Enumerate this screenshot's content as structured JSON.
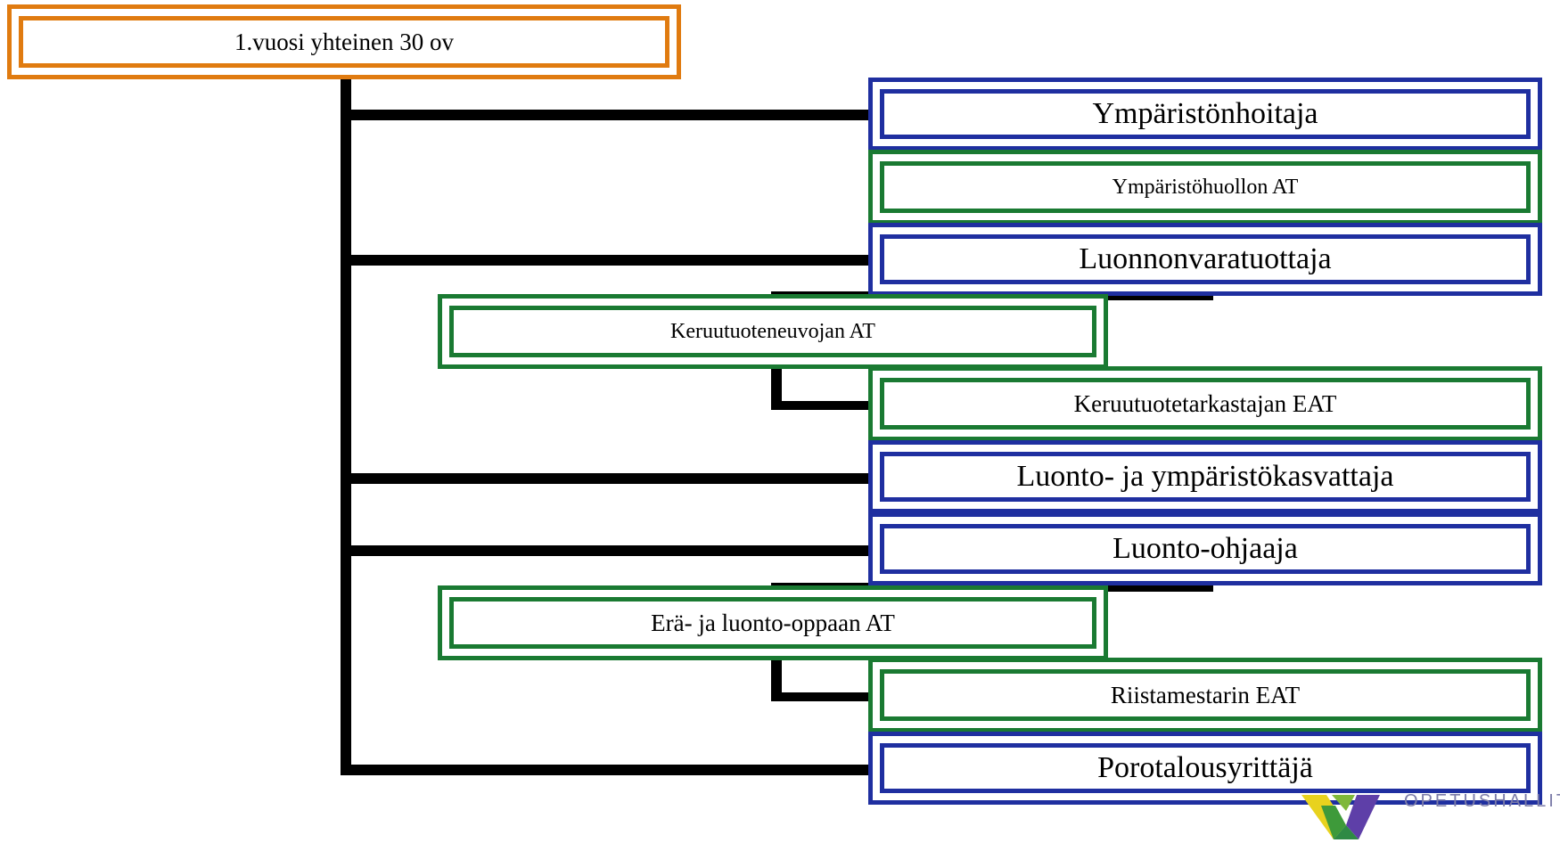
{
  "root": {
    "label": "1.vuosi yhteinen 30 ov",
    "color": "#E07B10"
  },
  "degrees": [
    {
      "label": "Ympäristönhoitaja",
      "color": "#1F2FA0"
    },
    {
      "label": "Luonnonvaratuottaja",
      "color": "#1F2FA0"
    },
    {
      "label": "Luonto- ja ympäristökasvattaja",
      "color": "#1F2FA0"
    },
    {
      "label": "Luonto-ohjaaja",
      "color": "#1F2FA0"
    },
    {
      "label": "Porotalousyrittäjä",
      "color": "#1F2FA0"
    }
  ],
  "qualifications": [
    {
      "label": "Ympäristöhuollon AT",
      "color": "#1A7A32"
    },
    {
      "label": "Keruutuoteneuvojan AT",
      "color": "#1A7A32"
    },
    {
      "label": "Keruutuotetarkastajan  EAT",
      "color": "#1A7A32"
    },
    {
      "label": "Erä- ja luonto-oppaan AT",
      "color": "#1A7A32"
    },
    {
      "label": "Riistamestarin  EAT",
      "color": "#1A7A32"
    }
  ],
  "logo": {
    "text": "OPETUSHALLITUS",
    "icon": "opetushallitus-logo-icon"
  }
}
